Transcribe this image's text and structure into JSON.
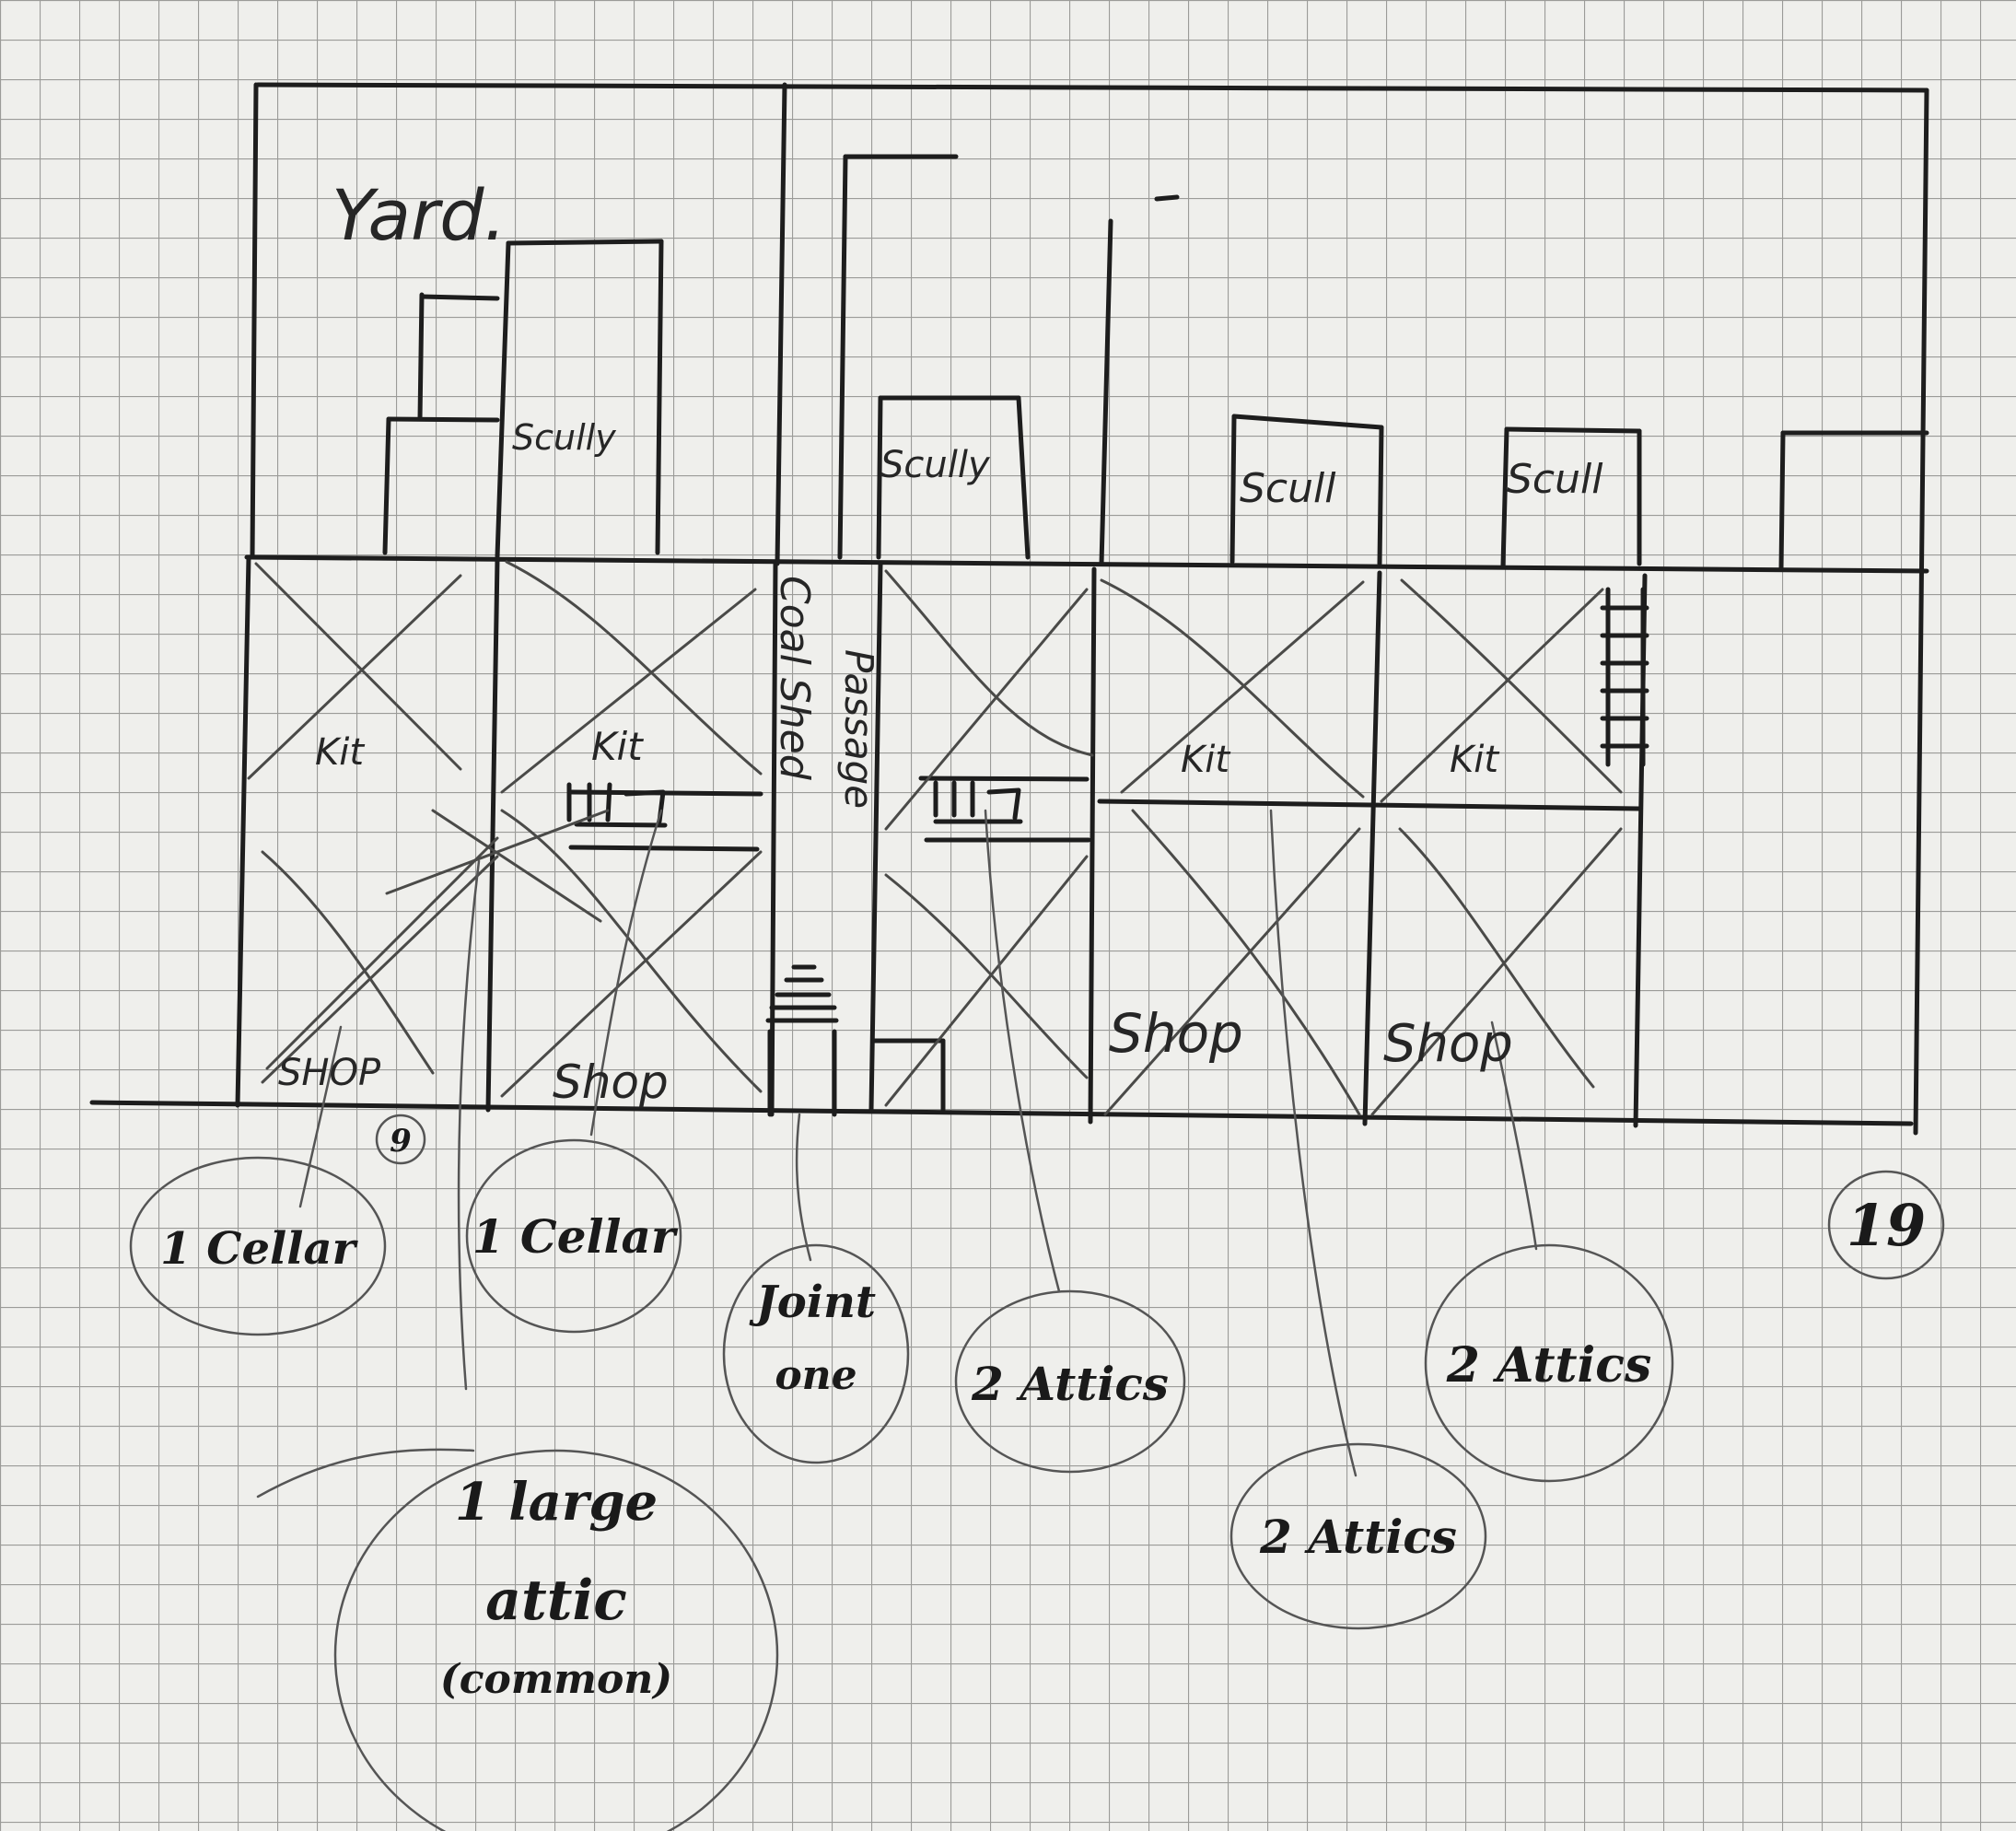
{
  "labels": {
    "yard": "Yard.",
    "scully_1": "Scully",
    "scully_2": "Scully",
    "scull_1": "Scull",
    "scull_2": "Scull",
    "coal_shed": "Coal Shed",
    "passage": "Passage",
    "kit_1": "Kit",
    "kit_2": "Kit",
    "kit_3": "Kit",
    "kit_4": "Kit",
    "shop_1": "SHOP",
    "shop_2": "Shop",
    "shop_3": "Shop",
    "shop_4": "Shop"
  },
  "house_numbers": {
    "left": "9",
    "right": "19"
  },
  "annotations": {
    "cellar_1": "1 Cellar",
    "cellar_2": "1 Cellar",
    "joint": [
      "Joint",
      "one"
    ],
    "attics_1": "2 Attics",
    "attics_2": "2 Attics",
    "attics_3": "2 Attics",
    "large_attic": [
      "1 large",
      "attic",
      "(common)"
    ]
  },
  "colors": {
    "paper": "#efefec",
    "grid": "#9b9b98",
    "ink": "#1d1d1d",
    "pencil": "#4a4a48"
  }
}
